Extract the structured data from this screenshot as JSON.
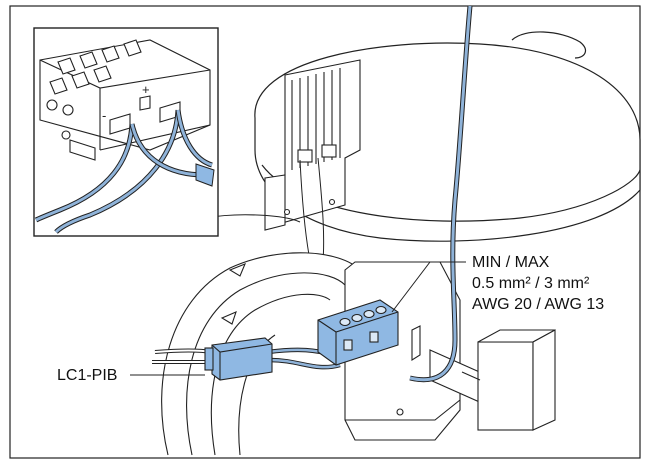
{
  "labels": {
    "spec_line1": "MIN / MAX",
    "spec_line2": "0.5 mm² / 3 mm²",
    "spec_line3": "AWG 20 / AWG 13",
    "part": "LC1-PIB"
  },
  "inset": {
    "plus_symbol": "+",
    "minus_symbol": "-"
  },
  "colors": {
    "line": "#222222",
    "cable": "#8fb3d9",
    "connector": "#8fb8e3",
    "background": "#ffffff"
  }
}
